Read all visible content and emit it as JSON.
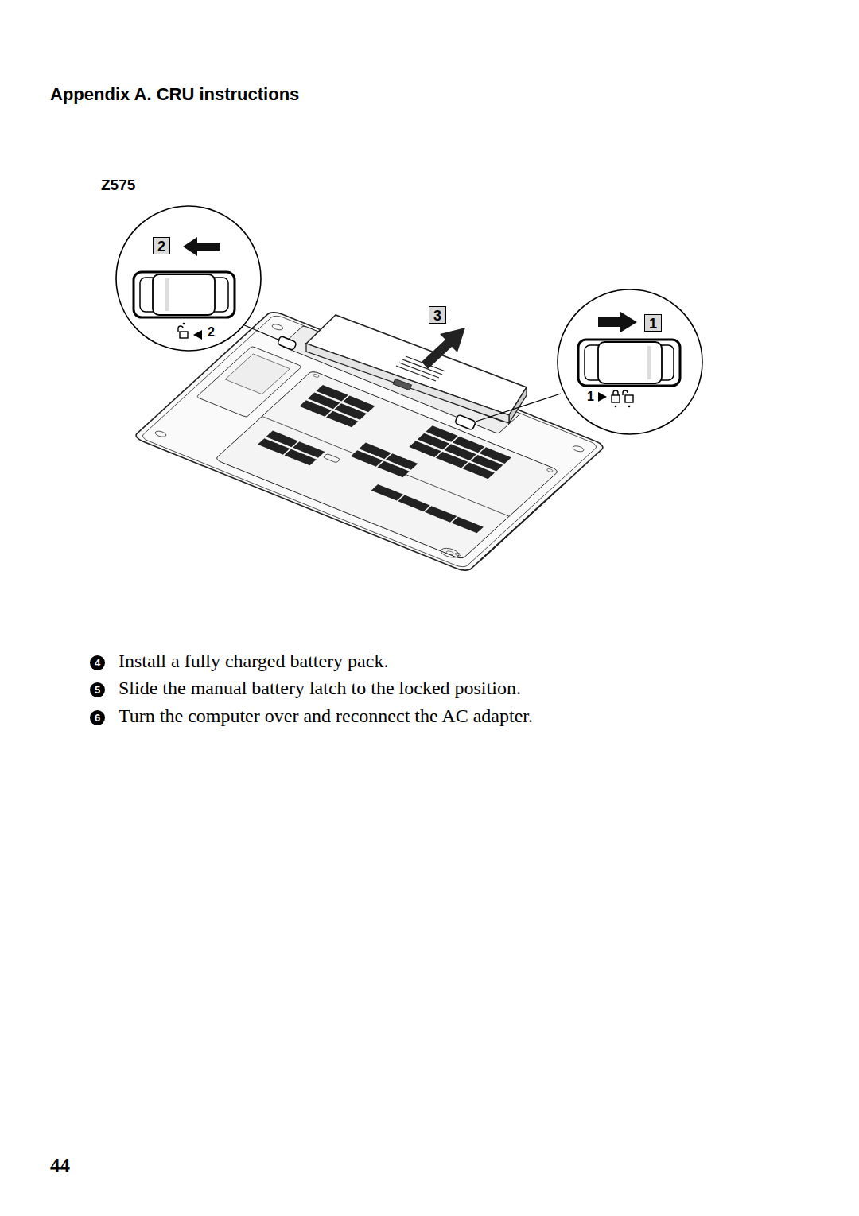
{
  "diagram": {
    "title": "Appendix A. CRU instructions",
    "labels": [
      "Z575",
      "2",
      "2",
      "3",
      "1",
      "1",
      "4",
      "Install a fully charged battery pack.",
      "5",
      "Slide the manual battery latch to the locked position.",
      "6",
      "Turn the computer over and reconnect the AC adapter.",
      "44"
    ]
  }
}
